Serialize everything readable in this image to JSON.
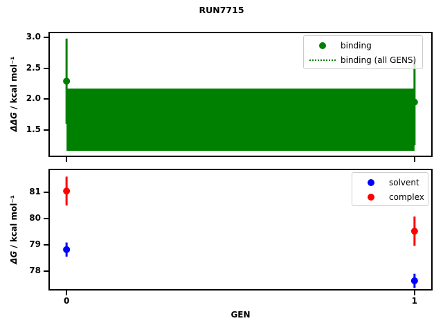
{
  "figure": {
    "title": "RUN7715",
    "xlabel": "GEN",
    "background": "#ffffff"
  },
  "chart_data": [
    {
      "type": "scatter",
      "panel": "top",
      "ylabel": {
        "math": "ΔΔG",
        "rest": " / kcal mol⁻¹"
      },
      "xlim": [
        -0.052,
        1.052
      ],
      "ylim": [
        1.06,
        3.09
      ],
      "yticks": [
        1.5,
        2.0,
        2.5,
        3.0
      ],
      "yticklabels": [
        "1.5",
        "2.0",
        "2.5",
        "3.0"
      ],
      "xticks": [
        0,
        1
      ],
      "xticklabels": [
        null,
        null
      ],
      "grid": false,
      "series": [
        {
          "name": "binding",
          "color": "#008000",
          "marker": "circle",
          "points": [
            {
              "x": 0,
              "y": 2.29,
              "err": 0.69
            },
            {
              "x": 1,
              "y": 1.95,
              "err": 0.7
            }
          ]
        }
      ],
      "band": {
        "name": "binding (all GENS)",
        "color": "#008000",
        "x": [
          0,
          1
        ],
        "mean": 1.66,
        "lo": 1.16,
        "hi": 2.17,
        "line_style": "dotted"
      },
      "legend": {
        "position": "upper right",
        "entries": [
          {
            "label": "binding",
            "swatch": "dot",
            "color": "#008000"
          },
          {
            "label": "binding (all GENS)",
            "swatch": "dotted-line",
            "color": "#008000"
          }
        ]
      }
    },
    {
      "type": "scatter",
      "panel": "bottom",
      "xlabel": "GEN",
      "ylabel": {
        "math": "ΔG",
        "rest": " / kcal mol⁻¹"
      },
      "xlim": [
        -0.052,
        1.052
      ],
      "ylim": [
        77.26,
        81.9
      ],
      "yticks": [
        78,
        79,
        80,
        81
      ],
      "yticklabels": [
        "78",
        "79",
        "80",
        "81"
      ],
      "xticks": [
        0,
        1
      ],
      "xticklabels": [
        "0",
        "1"
      ],
      "grid": false,
      "series": [
        {
          "name": "solvent",
          "color": "#0000ff",
          "marker": "circle",
          "points": [
            {
              "x": 0,
              "y": 78.82,
              "err": 0.27
            },
            {
              "x": 1,
              "y": 77.63,
              "err": 0.27
            }
          ]
        },
        {
          "name": "complex",
          "color": "#ff0000",
          "marker": "circle",
          "points": [
            {
              "x": 0,
              "y": 81.05,
              "err": 0.55
            },
            {
              "x": 1,
              "y": 79.52,
              "err": 0.56
            }
          ]
        }
      ],
      "legend": {
        "position": "upper right",
        "entries": [
          {
            "label": "solvent",
            "swatch": "dot",
            "color": "#0000ff"
          },
          {
            "label": "complex",
            "swatch": "dot",
            "color": "#ff0000"
          }
        ]
      }
    }
  ]
}
